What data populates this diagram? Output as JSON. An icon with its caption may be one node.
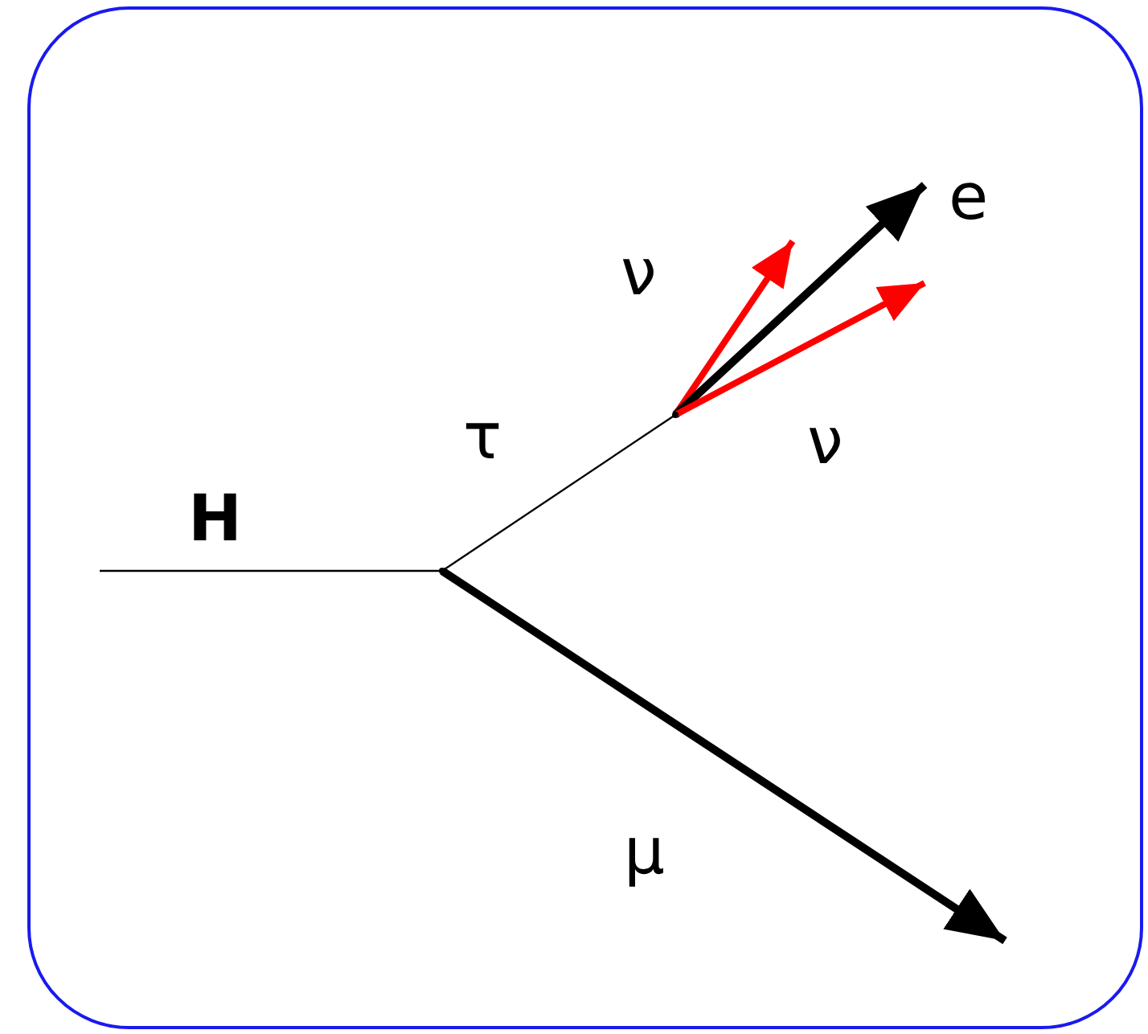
{
  "diagram": {
    "nodes": [
      {
        "text": [],
        "shape": "point"
      },
      {
        "text": [],
        "shape": "point"
      }
    ],
    "edges": [
      {
        "from": null,
        "to": 0,
        "arrow": "none",
        "label": "H"
      },
      {
        "from": 0,
        "to": 1,
        "arrow": "none",
        "label": "τ"
      },
      {
        "from": 0,
        "to": null,
        "arrow": "to",
        "label": "μ"
      },
      {
        "from": 1,
        "to": null,
        "arrow": "to",
        "label": "ν",
        "color": "#ff0000"
      },
      {
        "from": 1,
        "to": null,
        "arrow": "to",
        "label": "e"
      },
      {
        "from": 1,
        "to": null,
        "arrow": "to",
        "label": "ν",
        "color": "#ff0000"
      }
    ]
  }
}
